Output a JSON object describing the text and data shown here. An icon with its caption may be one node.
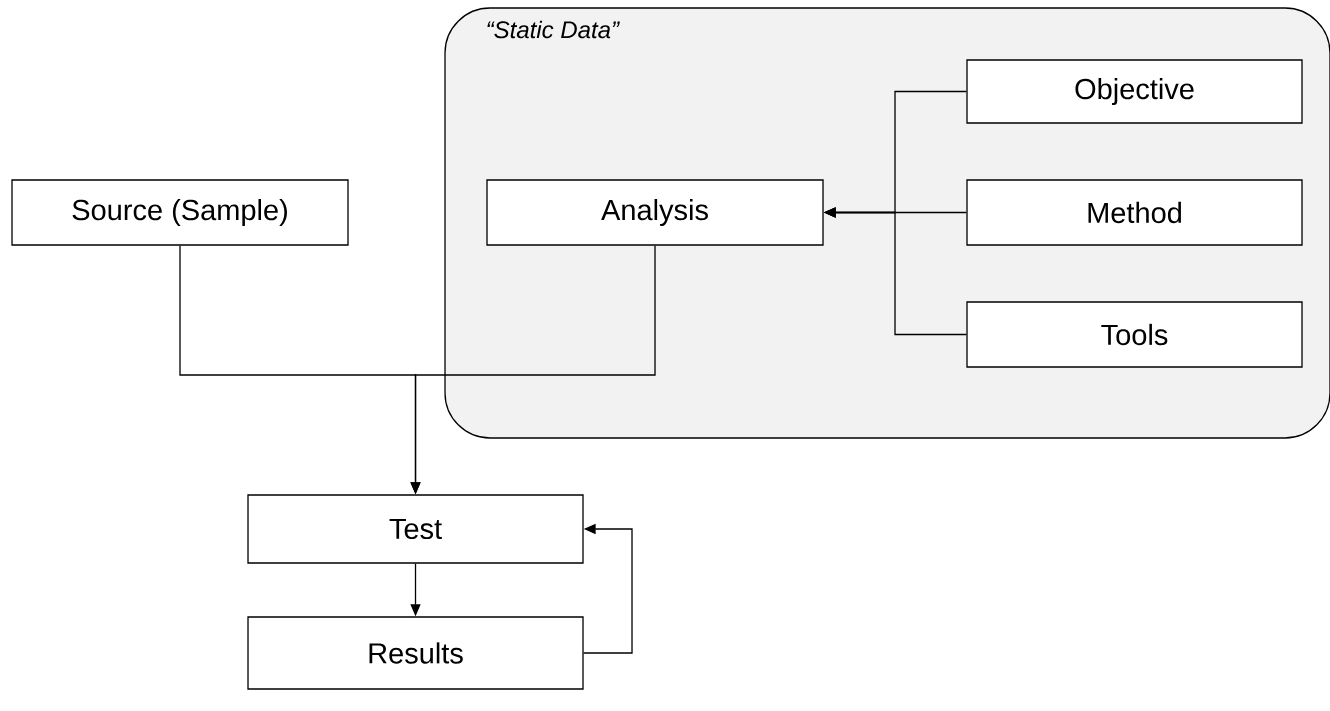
{
  "diagram": {
    "nodes": [
      {
        "text": [
          "“Static Data”"
        ]
      },
      {
        "text": [
          "Source (Sample)"
        ]
      },
      {
        "text": [
          "Analysis"
        ],
        "in": 0
      },
      {
        "text": [
          "Objective"
        ],
        "in": 0
      },
      {
        "text": [
          "Method"
        ],
        "in": 0
      },
      {
        "text": [
          "Tools"
        ],
        "in": 0
      },
      {
        "text": [
          "Test"
        ]
      },
      {
        "text": [
          "Results"
        ]
      }
    ],
    "edges": [
      {
        "from": 3,
        "to": 2,
        "arrow": "to"
      },
      {
        "from": 4,
        "to": 2,
        "arrow": "to"
      },
      {
        "from": 5,
        "to": 2,
        "arrow": "to"
      },
      {
        "from": 1,
        "to": 6,
        "arrow": "to"
      },
      {
        "from": 2,
        "to": 6,
        "arrow": "to"
      },
      {
        "from": 6,
        "to": 7,
        "arrow": "to"
      },
      {
        "from": 7,
        "to": 6,
        "arrow": "to"
      }
    ]
  }
}
